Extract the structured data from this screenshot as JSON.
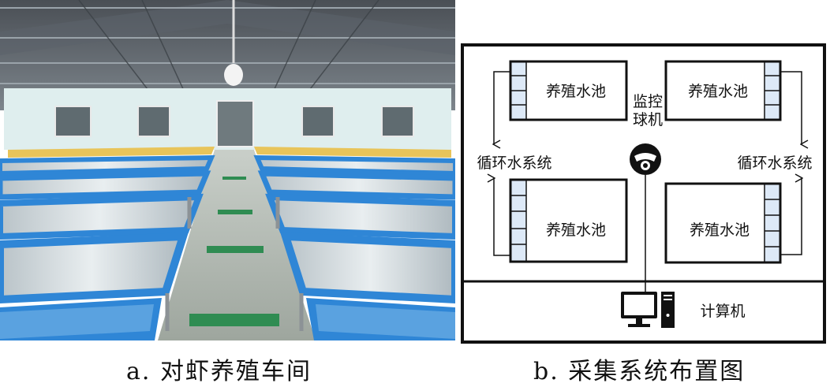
{
  "photo": {
    "caption": "a. 对虾养殖车间"
  },
  "diagram": {
    "caption": "b. 采集系统布置图",
    "tank_label": "养殖水池",
    "camera_label_line1": "监控",
    "camera_label_line2": "球机",
    "circulation_label": "循环水系统",
    "computer_label": "计算机"
  },
  "colors": {
    "tank_side": "#dde9f7",
    "tank_blue": "#2f86d6",
    "wall": "#dfeeee"
  }
}
